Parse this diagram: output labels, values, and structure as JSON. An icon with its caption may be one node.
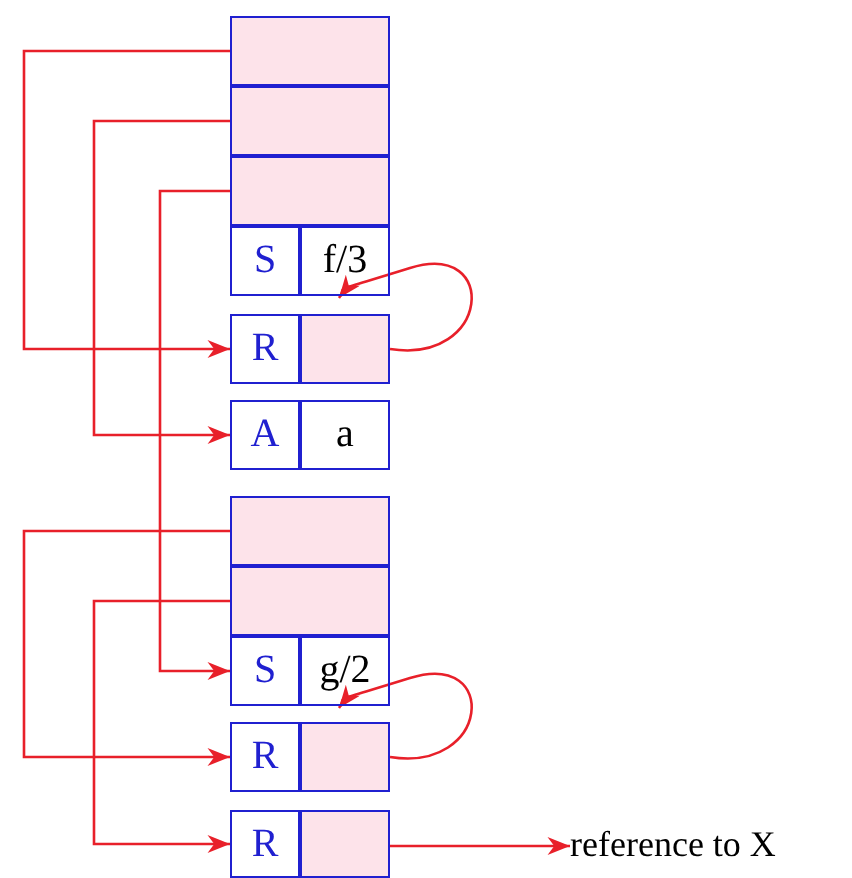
{
  "diagram": {
    "nodes": [
      {
        "text": [],
        "shape": "box"
      },
      {
        "text": [],
        "shape": "box"
      },
      {
        "text": [],
        "shape": "box"
      },
      {
        "text": [
          "S"
        ]
      },
      {
        "text": [
          "f/3"
        ]
      },
      {
        "text": [
          "R"
        ]
      },
      {
        "text": [],
        "shape": "box"
      },
      {
        "text": [
          "A"
        ]
      },
      {
        "text": [
          "a"
        ]
      },
      {
        "text": [],
        "shape": "box"
      },
      {
        "text": [],
        "shape": "box"
      },
      {
        "text": [
          "S"
        ]
      },
      {
        "text": [
          "g/2"
        ]
      },
      {
        "text": [
          "R"
        ]
      },
      {
        "text": [],
        "shape": "box"
      },
      {
        "text": [
          "R"
        ]
      },
      {
        "text": [],
        "shape": "box"
      },
      {
        "text": [
          "reference to X"
        ]
      }
    ],
    "edges": [
      {
        "from": 0,
        "to": 5,
        "arrow": "to"
      },
      {
        "from": 1,
        "to": 7,
        "arrow": "to"
      },
      {
        "from": 2,
        "to": 11,
        "arrow": "to"
      },
      {
        "from": 6,
        "to": 4,
        "arrow": "to"
      },
      {
        "from": 9,
        "to": 13,
        "arrow": "to"
      },
      {
        "from": 10,
        "to": 15,
        "arrow": "to"
      },
      {
        "from": 14,
        "to": 12,
        "arrow": "to"
      },
      {
        "from": 16,
        "to": 17,
        "arrow": "to"
      }
    ]
  }
}
